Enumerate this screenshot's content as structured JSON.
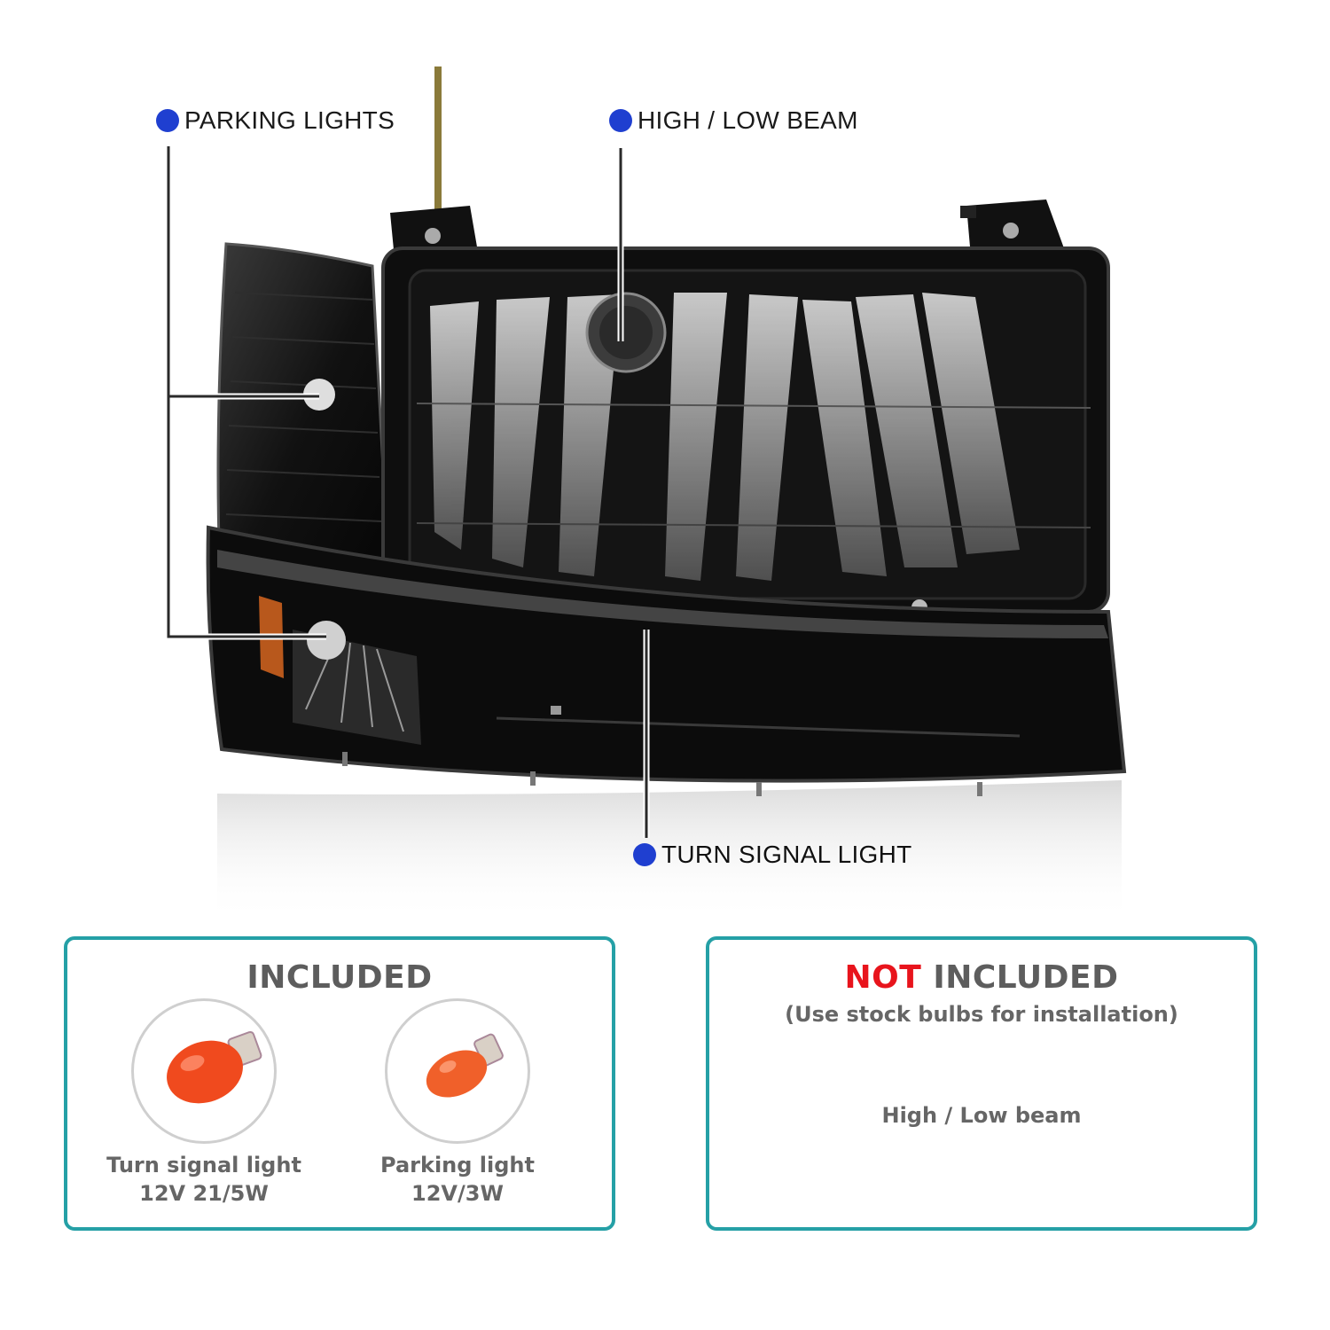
{
  "callouts": {
    "parking_lights": "PARKING LIGHTS",
    "high_low_beam": "HIGH / LOW BEAM",
    "turn_signal_light": "TURN SIGNAL LIGHT"
  },
  "included": {
    "title": "INCLUDED",
    "items": [
      {
        "name": "Turn signal light",
        "spec": "12V 21/5W",
        "icon": "orange-bulb-icon"
      },
      {
        "name": "Parking light",
        "spec": "12V/3W",
        "icon": "orange-bulb-icon"
      }
    ]
  },
  "not_included": {
    "title_emphasis": "NOT",
    "title_rest": "INCLUDED",
    "subtitle": "(Use stock bulbs for installation)",
    "item": "High / Low beam"
  },
  "colors": {
    "accent_teal": "#25a0a6",
    "callout_dot_blue": "#1f3fd0",
    "warning_red": "#e8141c",
    "bulb_orange": "#f04a1e"
  }
}
